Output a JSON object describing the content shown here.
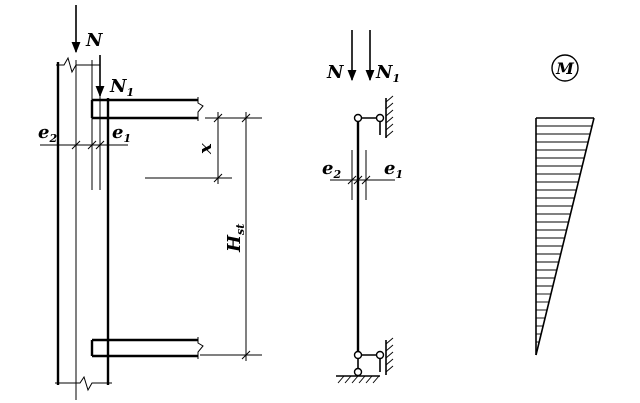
{
  "labels": {
    "force_n": "N",
    "force_n1_base": "N",
    "force_n1_sub": "1",
    "ecc_e2_base": "e",
    "ecc_e2_sub": "2",
    "ecc_e1_base": "e",
    "ecc_e1_sub": "1",
    "dist_x": "x",
    "height_base": "H",
    "height_sub": "st",
    "moment": "M"
  }
}
